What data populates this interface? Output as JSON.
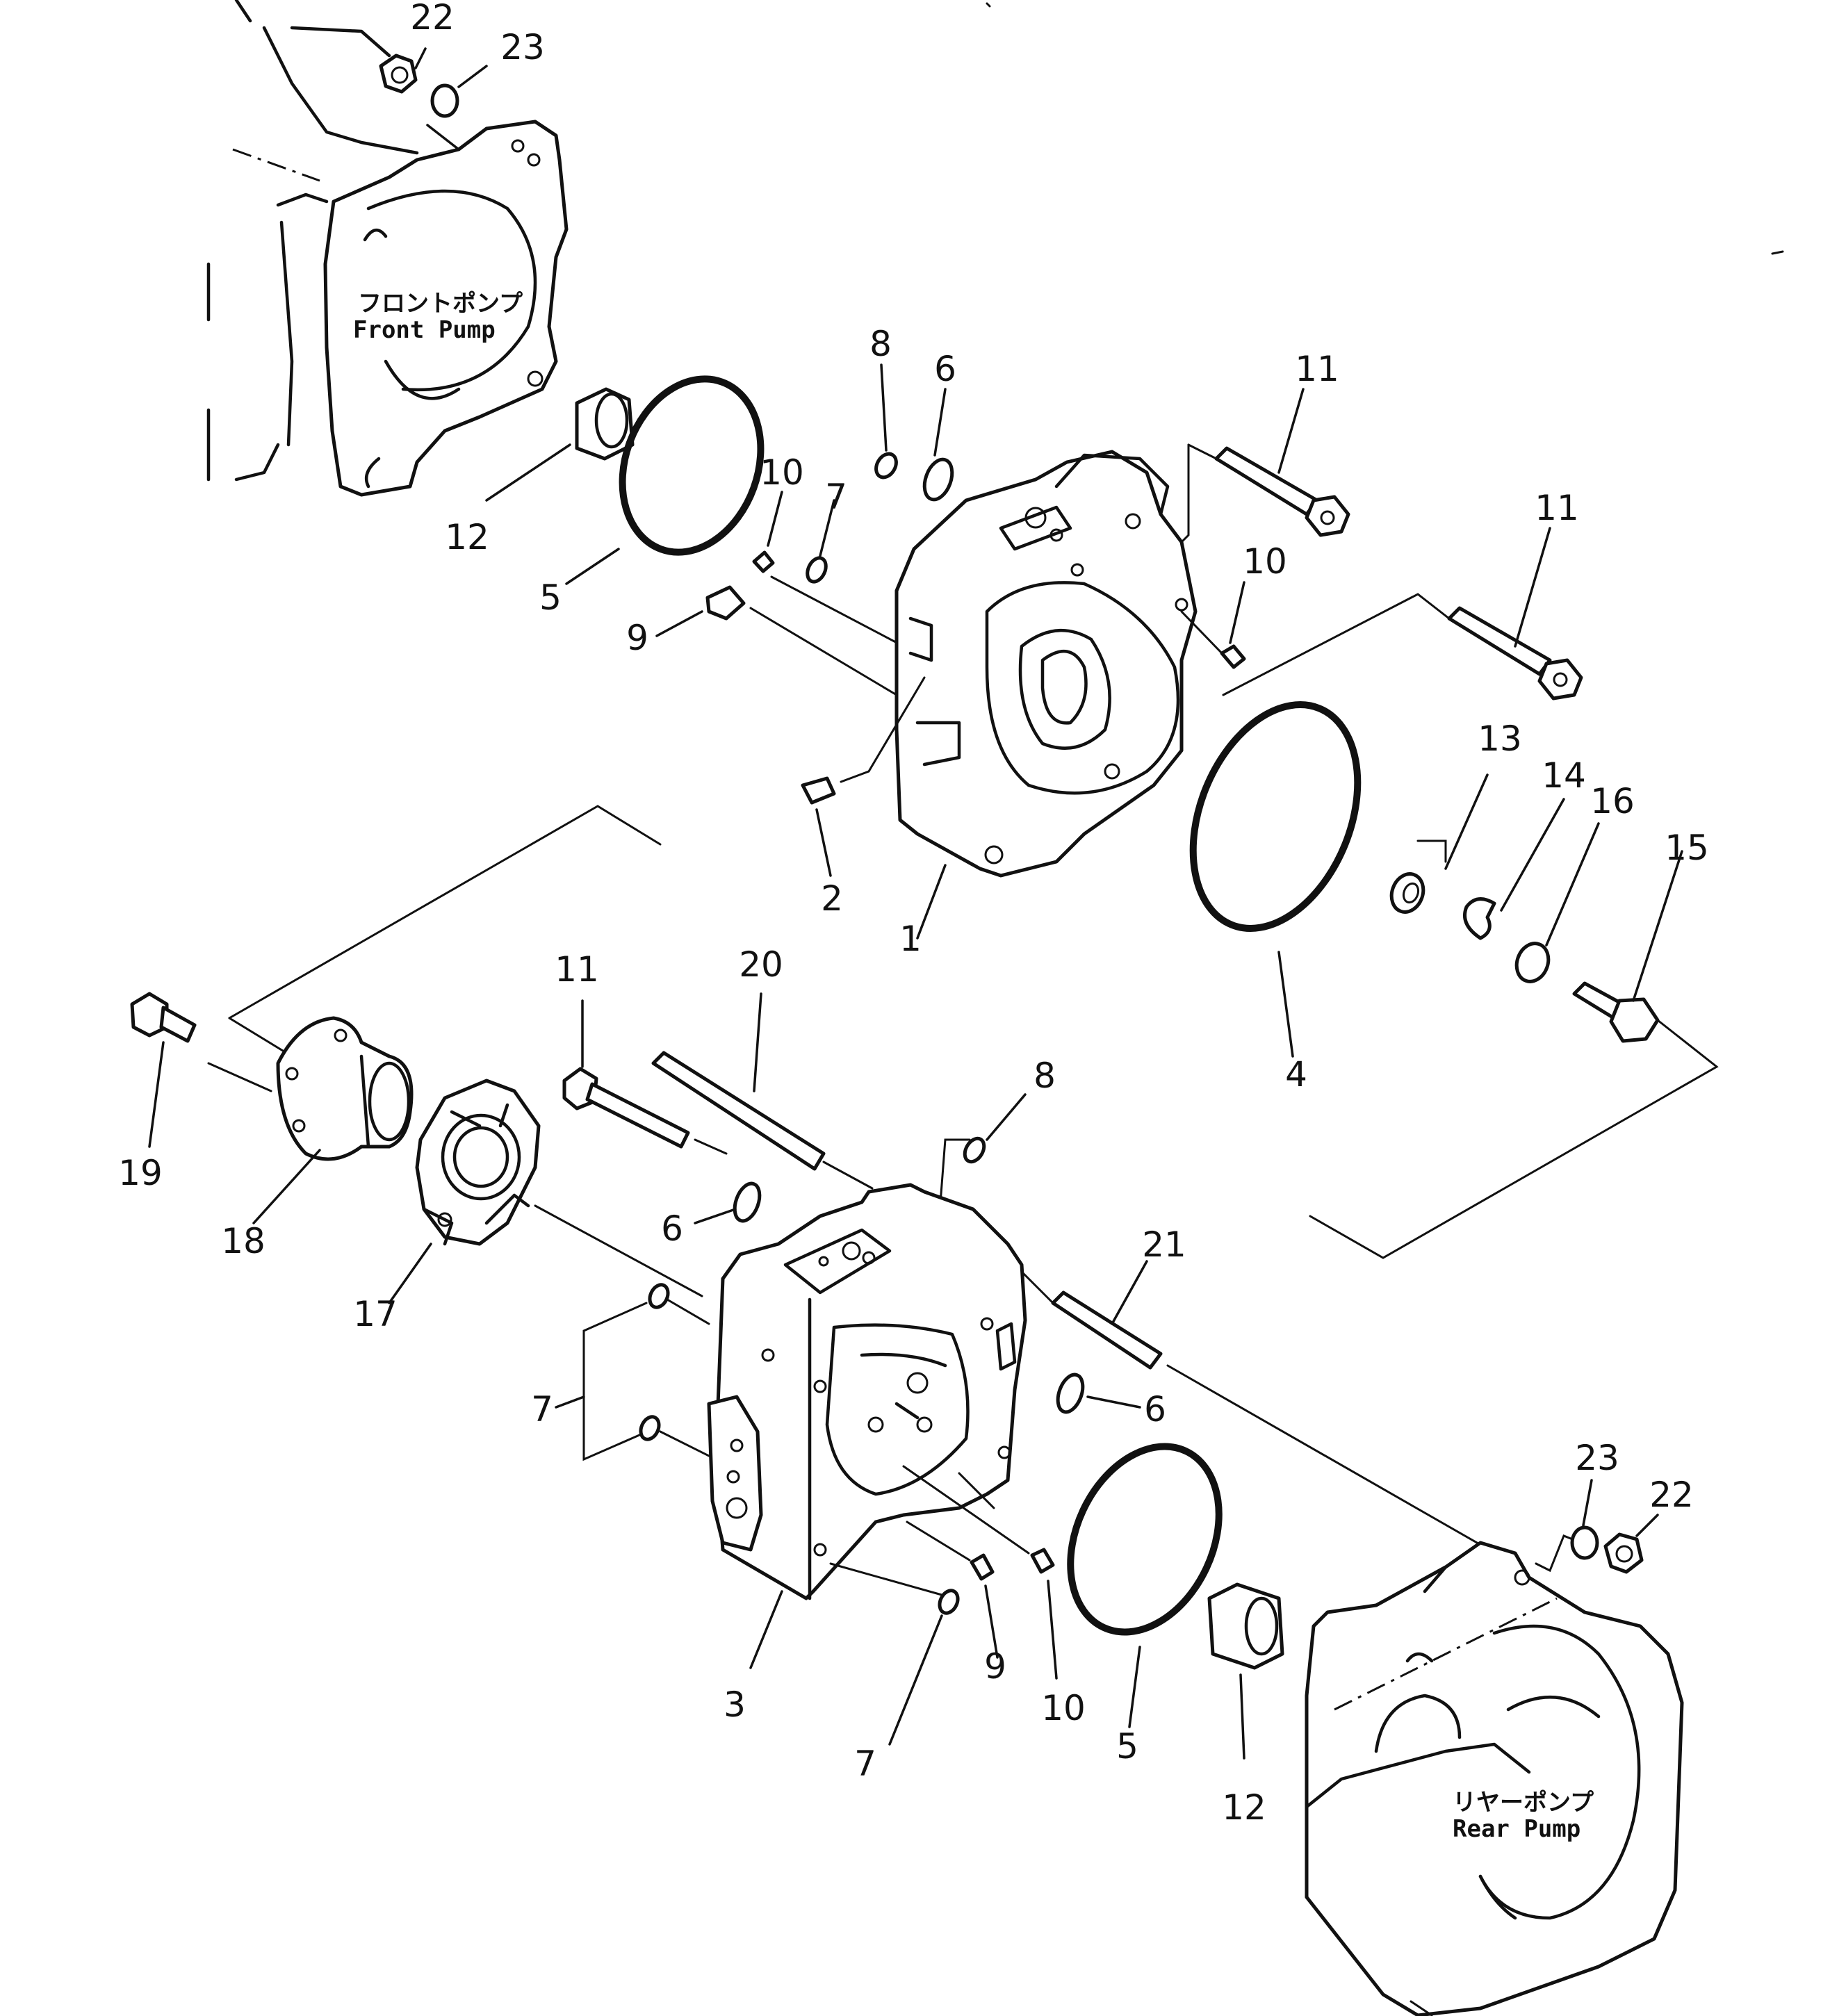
{
  "front_pump": {
    "jp": "フロントポンプ",
    "en": "Front  Pump"
  },
  "rear_pump": {
    "jp": "リヤーポンプ",
    "en": "Rear  Pump"
  },
  "callouts": {
    "n1": "1",
    "n2": "2",
    "n3": "3",
    "n4": "4",
    "n5a": "5",
    "n5b": "5",
    "n6a": "6",
    "n6b": "6",
    "n6c": "6",
    "n7a": "7",
    "n7b": "7",
    "n7c": "7",
    "n8a": "8",
    "n8b": "8",
    "n9a": "9",
    "n9b": "9",
    "n10a": "10",
    "n10b": "10",
    "n10c": "10",
    "n11a": "11",
    "n11b": "11",
    "n11c": "11",
    "n12a": "12",
    "n12b": "12",
    "n13": "13",
    "n14": "14",
    "n15": "15",
    "n16": "16",
    "n17": "17",
    "n18": "18",
    "n19": "19",
    "n20": "20",
    "n21": "21",
    "n22a": "22",
    "n22b": "22",
    "n23a": "23",
    "n23b": "23"
  }
}
